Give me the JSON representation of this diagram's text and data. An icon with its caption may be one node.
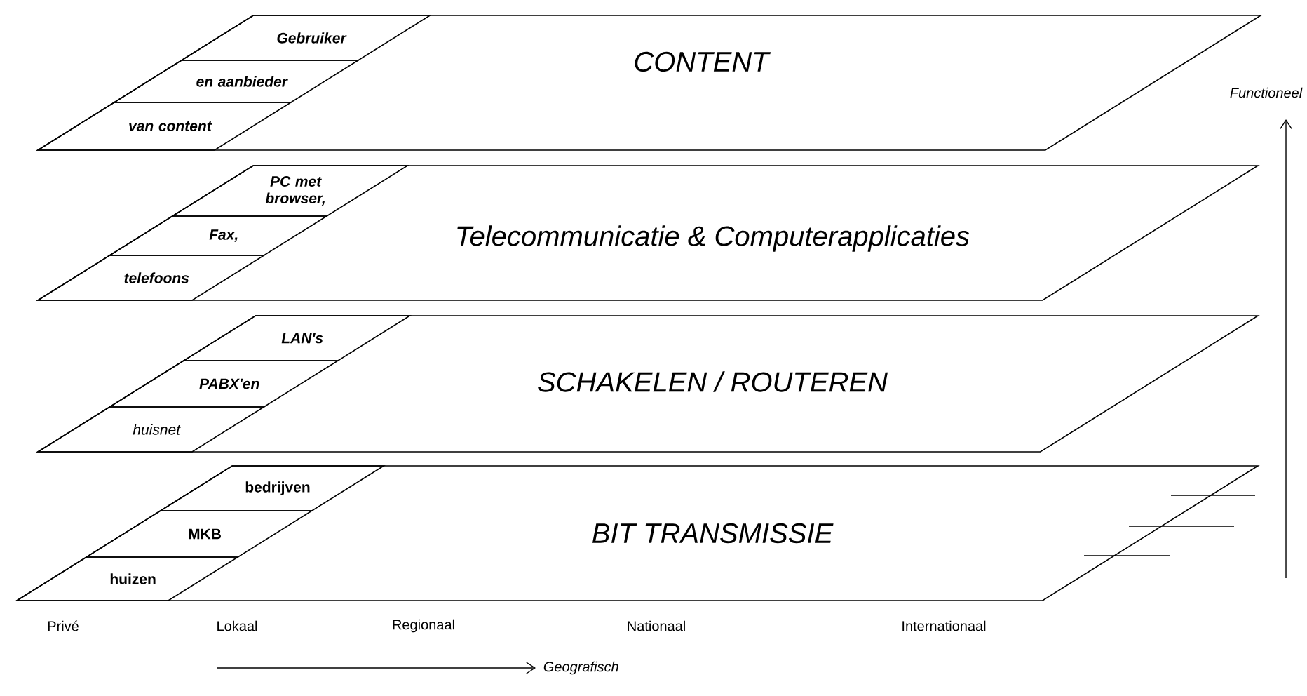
{
  "diagram": {
    "nodes": [
      {
        "text": [
          "CONTENT"
        ]
      },
      {
        "text": [
          "Gebruiker"
        ],
        "in": 0
      },
      {
        "text": [
          "en aanbieder"
        ],
        "in": 0
      },
      {
        "text": [
          "van content"
        ],
        "in": 0
      },
      {
        "text": [
          "Telecommunicatie & Computerapplicaties"
        ]
      },
      {
        "text": [
          "PC met browser,"
        ],
        "in": 4
      },
      {
        "text": [
          "Fax,"
        ],
        "in": 4
      },
      {
        "text": [
          "telefoons"
        ],
        "in": 4
      },
      {
        "text": [
          "SCHAKELEN / ROUTEREN"
        ]
      },
      {
        "text": [
          "LAN's"
        ],
        "in": 8
      },
      {
        "text": [
          "PABX'en"
        ],
        "in": 8
      },
      {
        "text": [
          "huisnet"
        ],
        "in": 8
      },
      {
        "text": [
          "BIT TRANSMISSIE"
        ]
      },
      {
        "text": [
          "bedrijven"
        ],
        "in": 12
      },
      {
        "text": [
          "MKB"
        ],
        "in": 12
      },
      {
        "text": [
          "huizen"
        ],
        "in": 12
      }
    ],
    "labels": [
      "Functioneel",
      "Privé",
      "Lokaal",
      "Regionaal",
      "Nationaal",
      "Internationaal",
      "Geografisch"
    ]
  }
}
